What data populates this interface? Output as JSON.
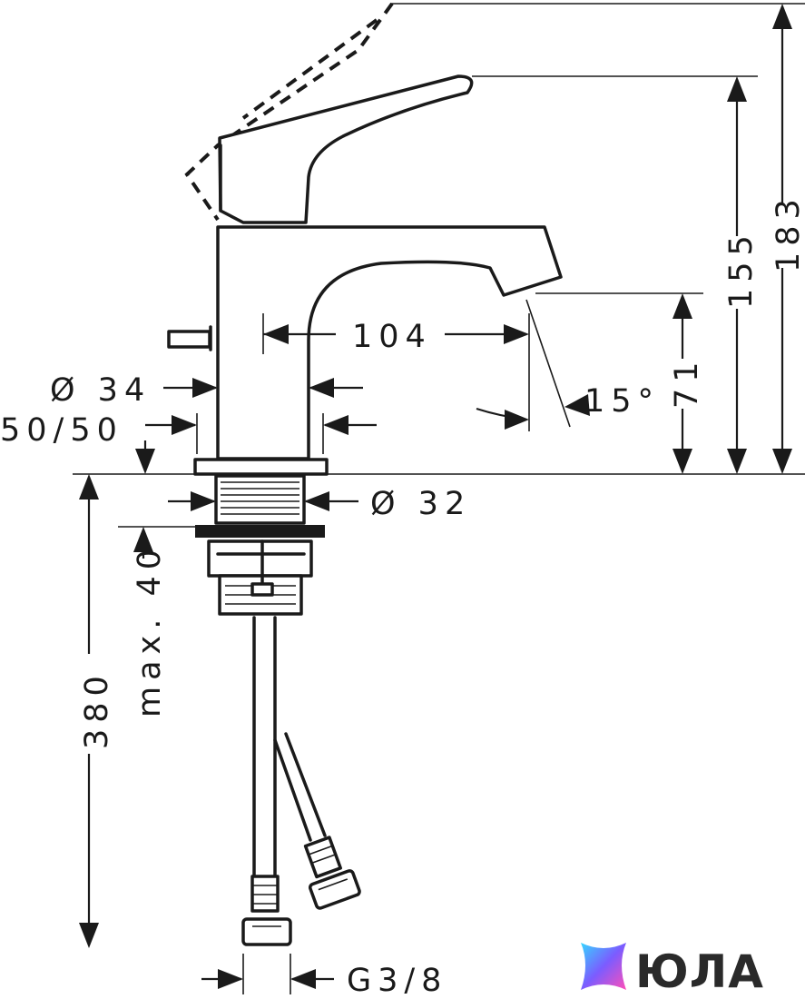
{
  "dimensions": {
    "total_height": "183",
    "lever_height": "155",
    "spout_height": "71",
    "spout_reach": "104",
    "spout_angle": "15°",
    "body_diameter": "Ø 34",
    "ratio": "50/50",
    "thread_diameter": "Ø 32",
    "max_thickness": "max. 40",
    "hose_length": "380",
    "connection": "G3/8"
  },
  "watermark": {
    "brand": "ЮЛА",
    "icon": "sparkle-star-icon",
    "colors": [
      "#7b5cff",
      "#ff4fb8",
      "#36d6ff"
    ]
  }
}
